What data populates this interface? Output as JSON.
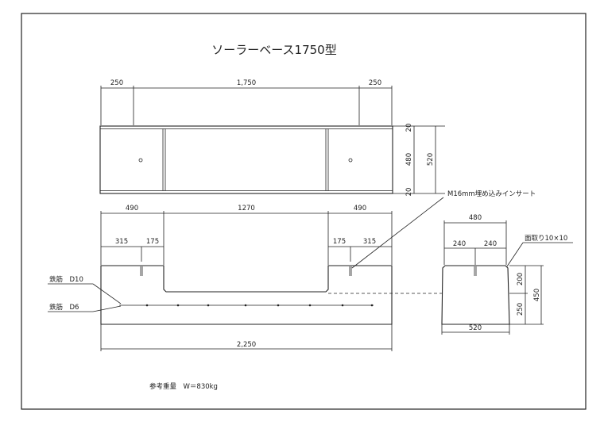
{
  "title": "ソーラーベース1750型",
  "plan_view": {
    "dims": {
      "left": "250",
      "center": "1,750",
      "right": "250",
      "edge_top": "20",
      "mid": "480",
      "edge_bottom": "20",
      "total_height": "520"
    }
  },
  "front_view": {
    "dims": {
      "left_top": "490",
      "center_top": "1270",
      "right_top": "490",
      "left_outer": "315",
      "left_inner": "175",
      "right_inner": "175",
      "right_outer": "315",
      "total_width": "2,250"
    },
    "labels": {
      "insert": "M16mm埋め込みインサート",
      "rebar_d10": "鉄筋　D10",
      "rebar_d6": "鉄筋　D6"
    }
  },
  "side_view": {
    "dims": {
      "top_width": "480",
      "top_left": "240",
      "top_right": "240",
      "bottom_width": "520",
      "upper_height": "200",
      "lower_height": "250",
      "total_height": "450"
    },
    "labels": {
      "chamfer": "面取り10×10"
    }
  },
  "weight_note": "参考重量　W＝830kg",
  "colors": {
    "line": "#222222",
    "background": "#ffffff"
  }
}
